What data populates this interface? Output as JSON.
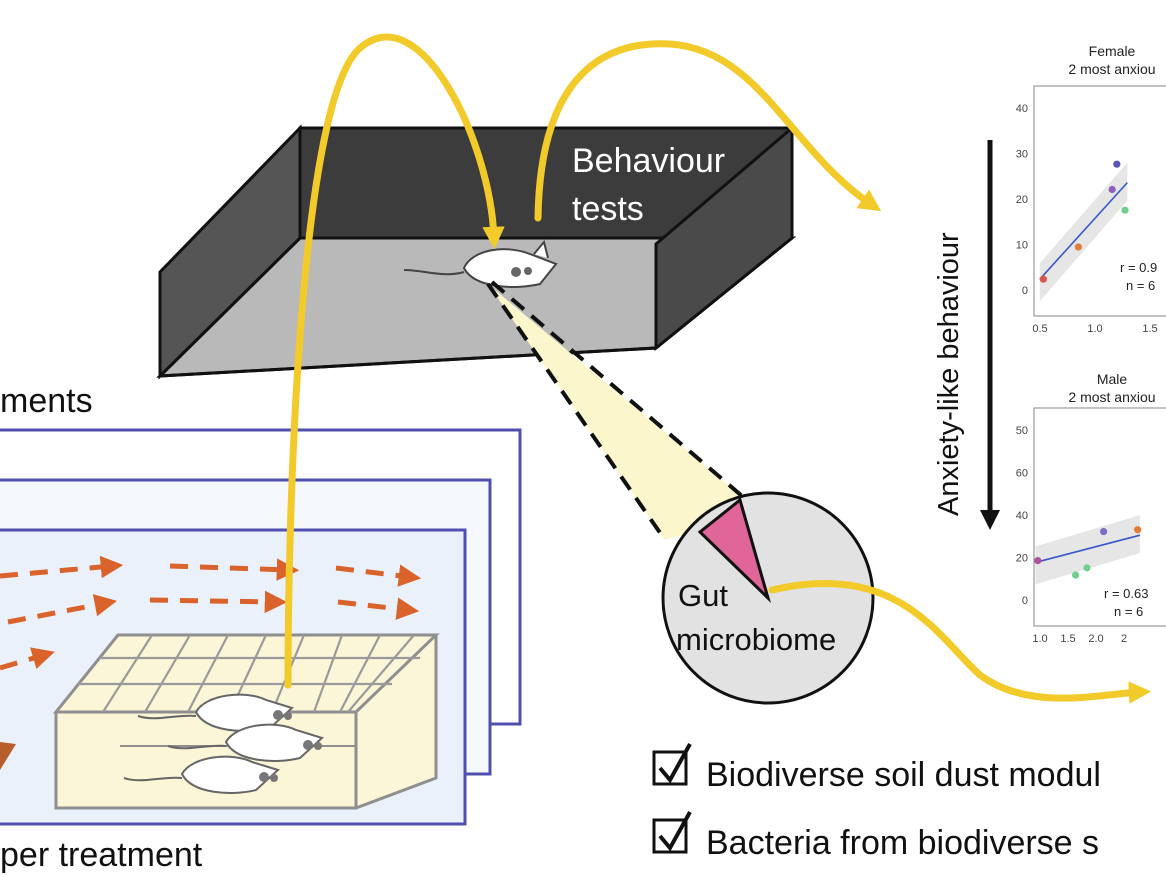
{
  "labels": {
    "treatments": "ments",
    "per_treatment": "per treatment",
    "behaviour_line1": "Behaviour",
    "behaviour_line2": "tests",
    "gut_line1": "Gut",
    "gut_line2": "microbiome",
    "anxiety_axis": "Anxiety-like behaviour"
  },
  "conclusions": [
    "Biodiverse soil dust modul",
    "Bacteria from biodiverse s"
  ],
  "colors": {
    "arrow_yellow": "#f2cb2b",
    "dash_orange": "#d9632a",
    "panel_border": "#4f4fb0",
    "panel_fill": "#eaf1fb",
    "cage_fill": "#fbf6d8",
    "box_dark": "#3c3c3c",
    "box_floor": "#b9b9b9",
    "pie_fill": "#e2e2e2",
    "pie_slice": "#e0669a",
    "fit_line": "#3658c8"
  },
  "chart_data": [
    {
      "type": "scatter",
      "title": "Female",
      "subtitle": "2 most anxiou",
      "x_ticks": [
        "0.5",
        "1.0",
        "1.5"
      ],
      "y_ticks": [
        "0",
        "10",
        "20",
        "30",
        "40"
      ],
      "xlim": [
        0.5,
        1.7
      ],
      "ylim": [
        -5,
        45
      ],
      "points": [
        {
          "x": 0.58,
          "y": 3,
          "color": "#d9534f"
        },
        {
          "x": 0.88,
          "y": 10,
          "color": "#e07b39"
        },
        {
          "x": 1.17,
          "y": 22.5,
          "color": "#8a5fc0"
        },
        {
          "x": 1.21,
          "y": 28,
          "color": "#5b57b8"
        },
        {
          "x": 1.28,
          "y": 18,
          "color": "#6fcf8f"
        }
      ],
      "fit": {
        "x": [
          0.55,
          1.3
        ],
        "y": [
          3,
          24
        ]
      },
      "stat_r": "r = 0.9",
      "stat_n": "n = 6"
    },
    {
      "type": "scatter",
      "title": "Male",
      "subtitle": "2 most anxiou",
      "x_ticks": [
        "1.0",
        "1.5",
        "2.0",
        "2"
      ],
      "y_ticks": [
        "0",
        "20",
        "40",
        "60",
        "50"
      ],
      "xlim": [
        0.7,
        2.55
      ],
      "ylim": [
        -5,
        55
      ],
      "points": [
        {
          "x": 0.75,
          "y": 13,
          "color": "#b04fa0"
        },
        {
          "x": 1.25,
          "y": 9,
          "color": "#6fcf8f"
        },
        {
          "x": 1.4,
          "y": 11,
          "color": "#6fcf8f"
        },
        {
          "x": 1.62,
          "y": 21,
          "color": "#7a6fc6"
        },
        {
          "x": 2.07,
          "y": 21.5,
          "color": "#e07b39"
        }
      ],
      "fit": {
        "x": [
          0.72,
          2.1
        ],
        "y": [
          12.5,
          20
        ]
      },
      "stat_r": "r = 0.63",
      "stat_n": "n = 6"
    }
  ]
}
